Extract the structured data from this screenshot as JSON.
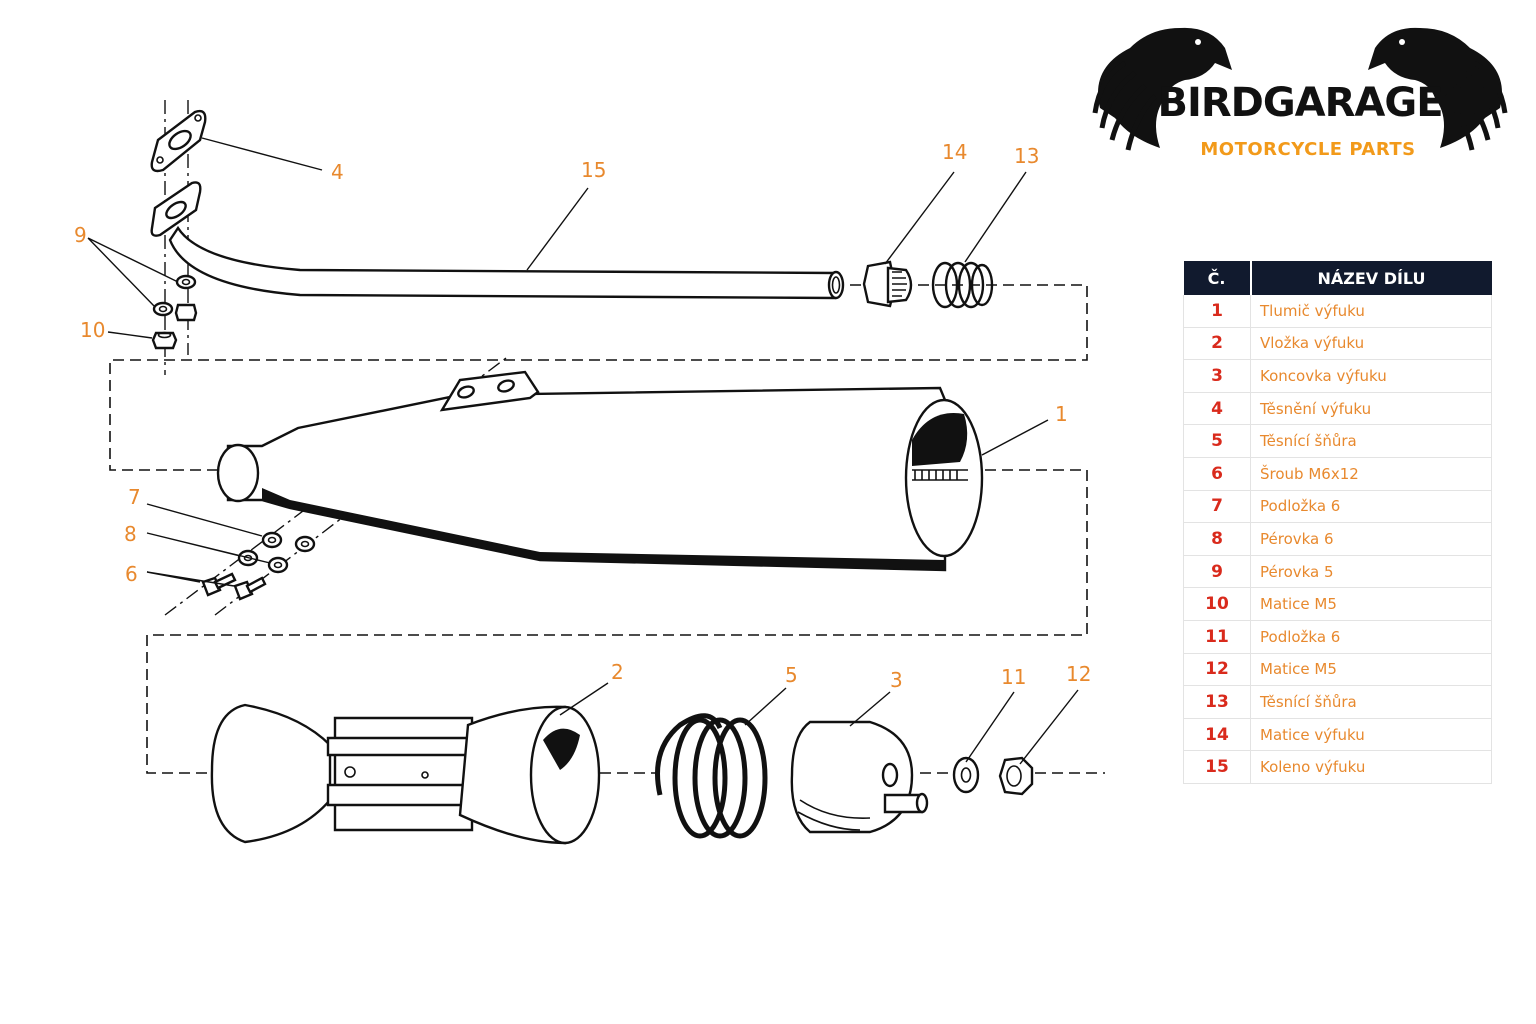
{
  "brand": {
    "name": "BIRDGARAGE",
    "tagline": "MOTORCYCLE PARTS",
    "accent_color": "#f29a1a",
    "text_color": "#111111"
  },
  "diagram": {
    "callouts": [
      "1",
      "2",
      "3",
      "4",
      "5",
      "6",
      "7",
      "8",
      "9",
      "10",
      "11",
      "12",
      "13",
      "14",
      "15"
    ],
    "callout_color": "#e8892e"
  },
  "table": {
    "header_bg": "#111a2e",
    "number_color": "#d92a1c",
    "name_color": "#e8892e",
    "headers": {
      "number": "Č.",
      "name": "NÁZEV DÍLU"
    },
    "rows": [
      {
        "number": "1",
        "name": "Tlumič výfuku"
      },
      {
        "number": "2",
        "name": "Vložka výfuku"
      },
      {
        "number": "3",
        "name": "Koncovka výfuku"
      },
      {
        "number": "4",
        "name": "Těsnění výfuku"
      },
      {
        "number": "5",
        "name": "Těsnící šňůra"
      },
      {
        "number": "6",
        "name": "Šroub M6x12"
      },
      {
        "number": "7",
        "name": "Podložka 6"
      },
      {
        "number": "8",
        "name": "Pérovka 6"
      },
      {
        "number": "9",
        "name": "Pérovka 5"
      },
      {
        "number": "10",
        "name": "Matice M5"
      },
      {
        "number": "11",
        "name": "Podložka 6"
      },
      {
        "number": "12",
        "name": "Matice M5"
      },
      {
        "number": "13",
        "name": "Těsnící šňůra"
      },
      {
        "number": "14",
        "name": "Matice výfuku"
      },
      {
        "number": "15",
        "name": "Koleno výfuku"
      }
    ]
  }
}
